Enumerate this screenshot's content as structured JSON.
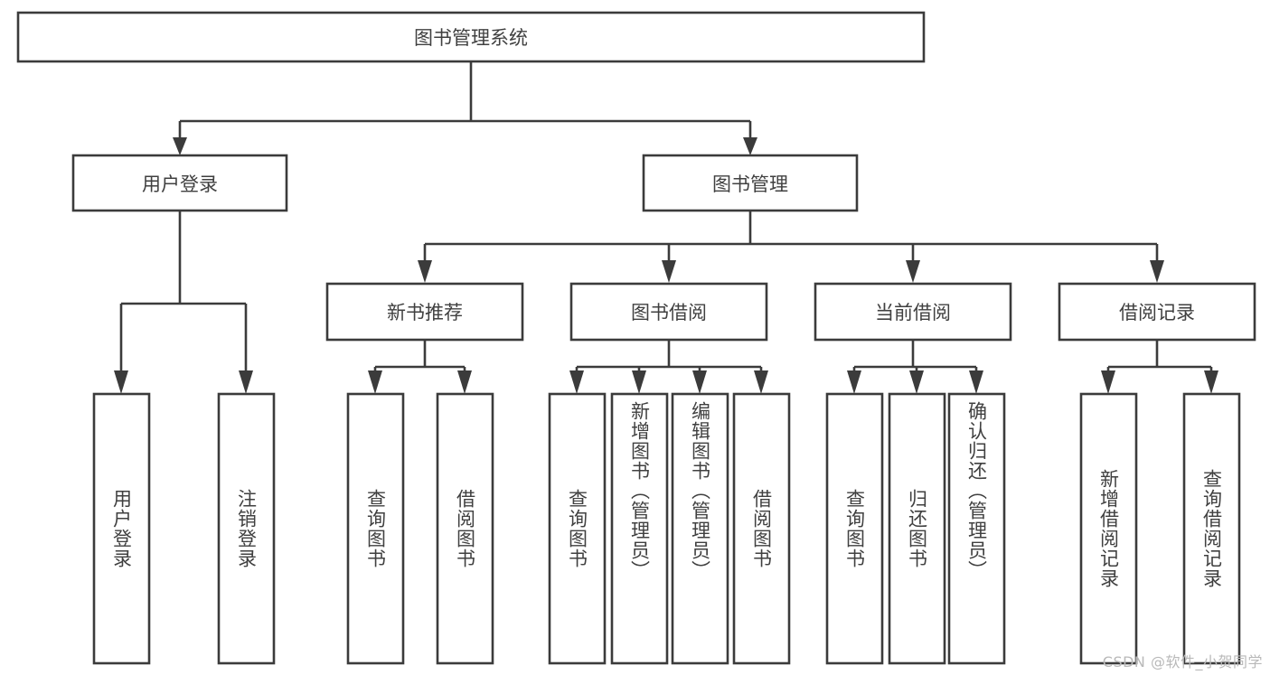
{
  "diagram": {
    "title": "图书管理系统",
    "type": "tree-hierarchy-diagram",
    "colors": {
      "box_stroke": "#3b3b3b",
      "box_fill": "#ffffff",
      "text": "#404040",
      "background": "#ffffff",
      "watermark": "#b9b9b9"
    },
    "root": {
      "label": "图书管理系统"
    },
    "level1": [
      {
        "label": "用户登录"
      },
      {
        "label": "图书管理"
      }
    ],
    "level2": [
      {
        "label": "新书推荐"
      },
      {
        "label": "图书借阅"
      },
      {
        "label": "当前借阅"
      },
      {
        "label": "借阅记录"
      }
    ],
    "leaves": {
      "user_login": [
        {
          "label": "用户登录"
        },
        {
          "label": "注销登录"
        }
      ],
      "new_book_recommend": [
        {
          "label": "查询图书"
        },
        {
          "label": "借阅图书"
        }
      ],
      "book_borrow": [
        {
          "label": "查询图书"
        },
        {
          "label": "新增图书（管理员）"
        },
        {
          "label": "编辑图书（管理员）"
        },
        {
          "label": "借阅图书"
        }
      ],
      "current_borrow": [
        {
          "label": "查询图书"
        },
        {
          "label": "归还图书"
        },
        {
          "label": "确认归还（管理员）"
        }
      ],
      "borrow_record": [
        {
          "label": "新增借阅记录"
        },
        {
          "label": "查询借阅记录"
        }
      ]
    }
  },
  "watermark": {
    "text": "CSDN @软件_小贺同学"
  }
}
